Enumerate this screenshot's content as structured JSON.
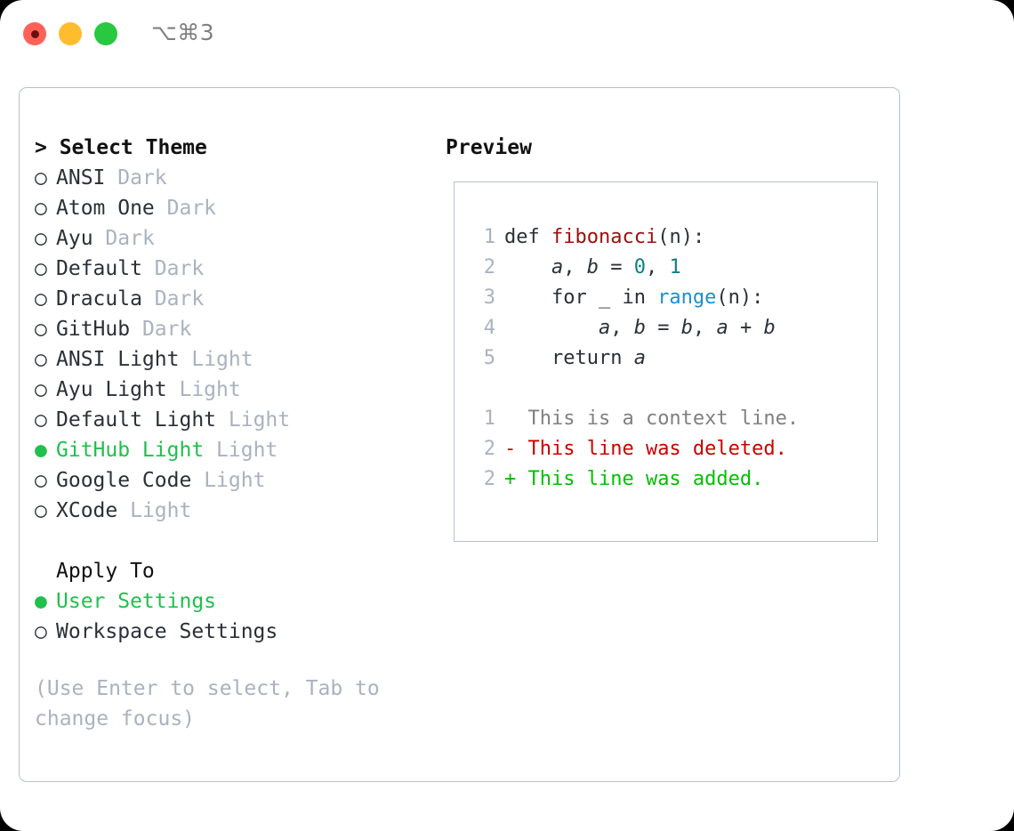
{
  "titlebar": {
    "shortcut": "⌥⌘3",
    "buttons": [
      {
        "name": "close",
        "color": "#ff6159"
      },
      {
        "name": "minimize",
        "color": "#ffbd2e"
      },
      {
        "name": "zoom",
        "color": "#28c840"
      }
    ]
  },
  "colors": {
    "accent_green": "#21bf4d",
    "muted": "#a9b2bf",
    "text": "#2b3038",
    "border": "#b7c0cc",
    "diff_add": "#00c000",
    "diff_del": "#cc0000",
    "diff_ctx": "#808080",
    "code_function": "#9b0f0f",
    "code_number": "#0d7f85",
    "code_builtin": "#1a8fd0"
  },
  "theme_picker": {
    "heading": "> Select Theme",
    "items": [
      {
        "marker": "○",
        "name": "ANSI",
        "variant": "Dark",
        "selected": false
      },
      {
        "marker": "○",
        "name": "Atom One",
        "variant": "Dark",
        "selected": false
      },
      {
        "marker": "○",
        "name": "Ayu",
        "variant": "Dark",
        "selected": false
      },
      {
        "marker": "○",
        "name": "Default",
        "variant": "Dark",
        "selected": false
      },
      {
        "marker": "○",
        "name": "Dracula",
        "variant": "Dark",
        "selected": false
      },
      {
        "marker": "○",
        "name": "GitHub",
        "variant": "Dark",
        "selected": false
      },
      {
        "marker": "○",
        "name": "ANSI Light",
        "variant": "Light",
        "selected": false
      },
      {
        "marker": "○",
        "name": "Ayu Light",
        "variant": "Light",
        "selected": false
      },
      {
        "marker": "○",
        "name": "Default Light",
        "variant": "Light",
        "selected": false
      },
      {
        "marker": "●",
        "name": "GitHub Light",
        "variant": "Light",
        "selected": true
      },
      {
        "marker": "○",
        "name": "Google Code",
        "variant": "Light",
        "selected": false
      },
      {
        "marker": "○",
        "name": "XCode",
        "variant": "Light",
        "selected": false
      }
    ]
  },
  "apply_to": {
    "heading": "Apply To",
    "options": [
      {
        "marker": "●",
        "label": "User Settings",
        "selected": true
      },
      {
        "marker": "○",
        "label": "Workspace Settings",
        "selected": false
      }
    ]
  },
  "hint": "(Use Enter to select, Tab to change focus)",
  "preview": {
    "heading": "Preview",
    "code_lines": [
      {
        "num": "1",
        "tokens": [
          {
            "text": "def ",
            "type": "kw"
          },
          {
            "text": "fibonacci",
            "type": "fnname"
          },
          {
            "text": "(n):",
            "type": "kw"
          }
        ]
      },
      {
        "num": "2",
        "tokens": [
          {
            "text": "    ",
            "type": "kw"
          },
          {
            "text": "a",
            "type": "var"
          },
          {
            "text": ", ",
            "type": "kw"
          },
          {
            "text": "b",
            "type": "var"
          },
          {
            "text": " = ",
            "type": "kw"
          },
          {
            "text": "0",
            "type": "numlit"
          },
          {
            "text": ", ",
            "type": "kw"
          },
          {
            "text": "1",
            "type": "numlit"
          }
        ]
      },
      {
        "num": "3",
        "tokens": [
          {
            "text": "    for _ in ",
            "type": "kw"
          },
          {
            "text": "range",
            "type": "builtin"
          },
          {
            "text": "(n):",
            "type": "kw"
          }
        ]
      },
      {
        "num": "4",
        "tokens": [
          {
            "text": "        ",
            "type": "kw"
          },
          {
            "text": "a",
            "type": "var"
          },
          {
            "text": ", ",
            "type": "kw"
          },
          {
            "text": "b",
            "type": "var"
          },
          {
            "text": " = ",
            "type": "kw"
          },
          {
            "text": "b",
            "type": "var"
          },
          {
            "text": ", ",
            "type": "kw"
          },
          {
            "text": "a",
            "type": "var"
          },
          {
            "text": " + ",
            "type": "kw"
          },
          {
            "text": "b",
            "type": "var"
          }
        ]
      },
      {
        "num": "5",
        "tokens": [
          {
            "text": "    return ",
            "type": "kw"
          },
          {
            "text": "a",
            "type": "var"
          }
        ]
      }
    ],
    "diff_lines": [
      {
        "num": "1",
        "sign": " ",
        "text": " This is a context line.",
        "kind": "context"
      },
      {
        "num": "2",
        "sign": "-",
        "text": " This line was deleted.",
        "kind": "deleted"
      },
      {
        "num": "2",
        "sign": "+",
        "text": " This line was added.",
        "kind": "added"
      }
    ]
  }
}
